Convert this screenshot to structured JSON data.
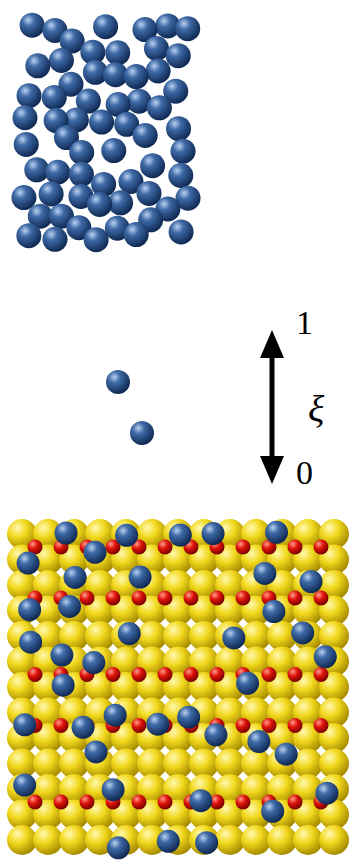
{
  "diagram": {
    "labels": [
      "1",
      "ξ",
      "0"
    ]
  }
}
